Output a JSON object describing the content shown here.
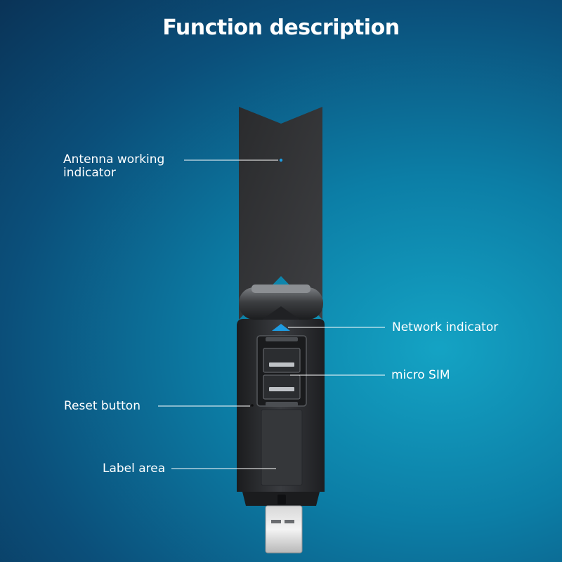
{
  "title": "Function description",
  "callouts": [
    {
      "id": "antenna",
      "text_line1": "Antenna working",
      "text_line2": "indicator"
    },
    {
      "id": "network",
      "text": "Network indicator"
    },
    {
      "id": "sim",
      "text": "micro SIM"
    },
    {
      "id": "reset",
      "text": "Reset button"
    },
    {
      "id": "label_area",
      "text": "Label area"
    }
  ],
  "colors": {
    "background": "#0c7ea6",
    "indicator_blue": "#1e9be0",
    "device_body": "#2b2d30"
  }
}
